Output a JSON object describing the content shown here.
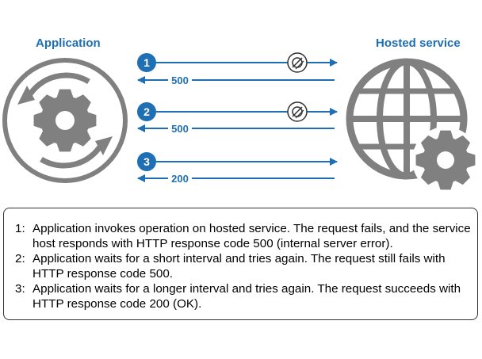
{
  "labels": {
    "application": "Application",
    "hosted_service": "Hosted service"
  },
  "steps": [
    {
      "number": "1",
      "response_code": "500",
      "request_failed": true
    },
    {
      "number": "2",
      "response_code": "500",
      "request_failed": true
    },
    {
      "number": "3",
      "response_code": "200",
      "request_failed": false
    }
  ],
  "notes": [
    {
      "number": "1:",
      "text": "Application invokes operation on hosted service. The request fails, and the service host responds with HTTP response code 500 (internal server error)."
    },
    {
      "number": "2:",
      "text": "Application waits for a short interval and tries again. The request still fails with HTTP response code 500."
    },
    {
      "number": "3:",
      "text": "Application waits for a longer interval and tries again. The request succeeds with HTTP response code 200 (OK)."
    }
  ],
  "icons": {
    "application": "circular-arrows-gear-icon",
    "hosted_service": "globe-with-gear-icon",
    "failure_marker": "no-entry-icon"
  },
  "colors": {
    "accent": "#1f6fb5",
    "icon_gray": "#7f7f7f"
  }
}
